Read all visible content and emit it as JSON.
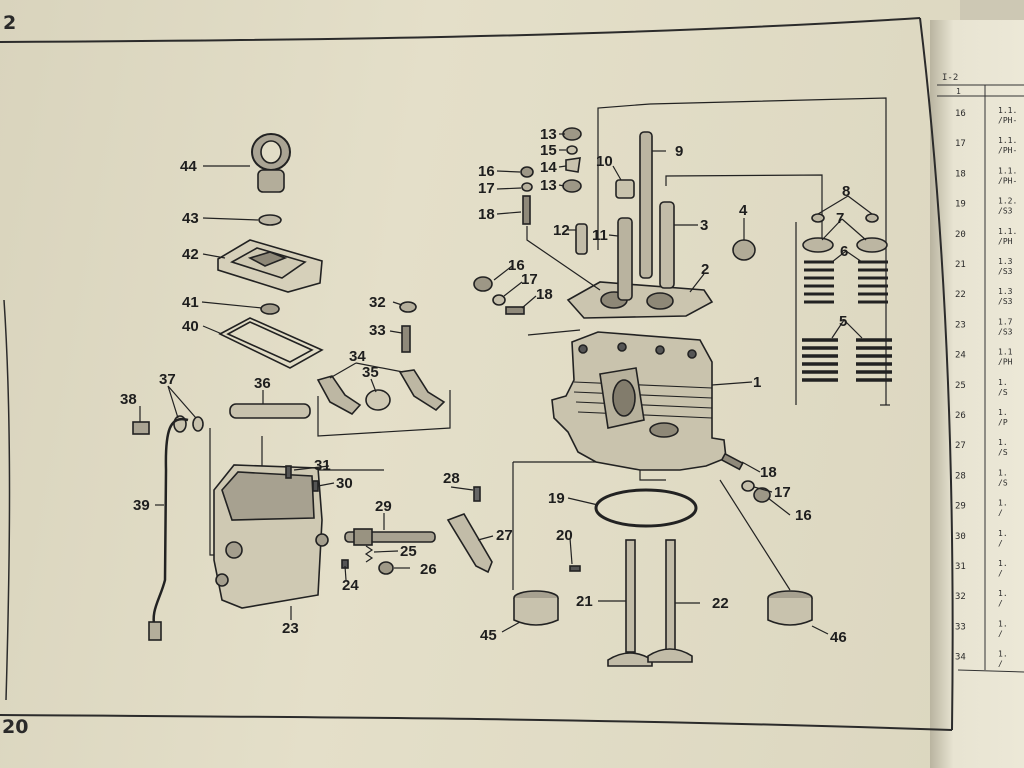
{
  "page": {
    "corner_top": "2",
    "corner_bottom": "20"
  },
  "right_table": {
    "header_code": "I-2",
    "header_col": "1",
    "rows": [
      {
        "no": "16",
        "code": "1.1.",
        "sub": "/PH-"
      },
      {
        "no": "17",
        "code": "1.1.",
        "sub": "/PH-"
      },
      {
        "no": "18",
        "code": "1.1.",
        "sub": "/PH-"
      },
      {
        "no": "19",
        "code": "1.2.",
        "sub": "/S3"
      },
      {
        "no": "20",
        "code": "1.1.",
        "sub": "/PH"
      },
      {
        "no": "21",
        "code": "1.3",
        "sub": "/S3"
      },
      {
        "no": "22",
        "code": "1.3",
        "sub": "/S3"
      },
      {
        "no": "23",
        "code": "1.7",
        "sub": "/S3"
      },
      {
        "no": "24",
        "code": "1.1",
        "sub": "/PH"
      },
      {
        "no": "25",
        "code": "1.",
        "sub": "/S"
      },
      {
        "no": "26",
        "code": "1.",
        "sub": "/P"
      },
      {
        "no": "27",
        "code": "1.",
        "sub": "/S"
      },
      {
        "no": "28",
        "code": "1.",
        "sub": "/S"
      },
      {
        "no": "29",
        "code": "1.",
        "sub": "/"
      },
      {
        "no": "30",
        "code": "1.",
        "sub": "/"
      },
      {
        "no": "31",
        "code": "1.",
        "sub": "/"
      },
      {
        "no": "32",
        "code": "1.",
        "sub": "/"
      },
      {
        "no": "33",
        "code": "1.",
        "sub": "/"
      },
      {
        "no": "34",
        "code": "1.",
        "sub": "/"
      }
    ]
  },
  "callouts": {
    "c1": "1",
    "c2": "2",
    "c3": "3",
    "c4": "4",
    "c5": "5",
    "c6": "6",
    "c7": "7",
    "c8": "8",
    "c9": "9",
    "c10": "10",
    "c11": "11",
    "c12": "12",
    "c13a": "13",
    "c13b": "13",
    "c14": "14",
    "c15": "15",
    "c16a": "16",
    "c16b": "16",
    "c16c": "16",
    "c17a": "17",
    "c17b": "17",
    "c17c": "17",
    "c18a": "18",
    "c18b": "18",
    "c18c": "18",
    "c19": "19",
    "c20": "20",
    "c21": "21",
    "c22": "22",
    "c23": "23",
    "c24": "24",
    "c25": "25",
    "c26": "26",
    "c27": "27",
    "c28": "28",
    "c29": "29",
    "c30": "30",
    "c31": "31",
    "c32": "32",
    "c33": "33",
    "c34": "34",
    "c35": "35",
    "c36": "36",
    "c37": "37",
    "c38": "38",
    "c39": "39",
    "c40": "40",
    "c41": "41",
    "c42": "42",
    "c43": "43",
    "c44": "44",
    "c45": "45",
    "c46": "46"
  }
}
